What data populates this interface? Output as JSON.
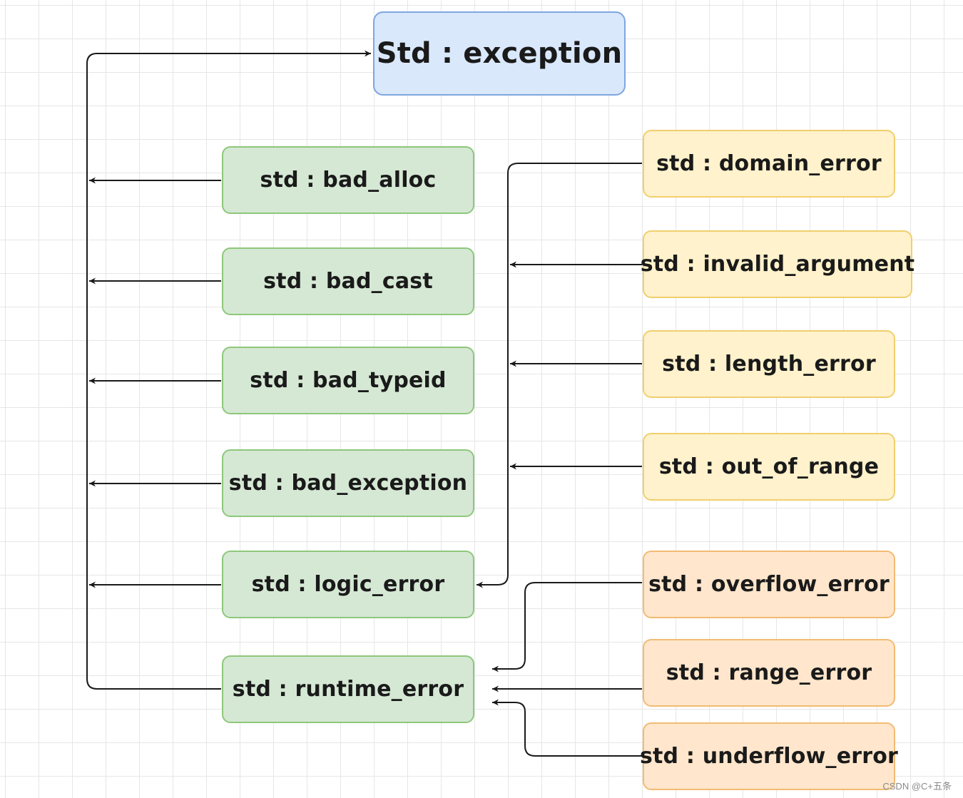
{
  "diagram": {
    "root": {
      "label": "Std : exception",
      "fill": "#dae8fc",
      "border": "#7ea6e0"
    },
    "direct_children": [
      {
        "id": "bad-alloc",
        "label": "std : bad_alloc"
      },
      {
        "id": "bad-cast",
        "label": "std : bad_cast"
      },
      {
        "id": "bad-typeid",
        "label": "std : bad_typeid"
      },
      {
        "id": "bad-exception",
        "label": "std : bad_exception"
      },
      {
        "id": "logic-error",
        "label": "std : logic_error"
      },
      {
        "id": "runtime-error",
        "label": "std : runtime_error"
      }
    ],
    "logic_error_children": [
      {
        "id": "domain-error",
        "label": "std : domain_error"
      },
      {
        "id": "invalid-argument",
        "label": "std : invalid_argument"
      },
      {
        "id": "length-error",
        "label": "std : length_error"
      },
      {
        "id": "out-of-range",
        "label": "std : out_of_range"
      }
    ],
    "runtime_error_children": [
      {
        "id": "overflow-error",
        "label": "std : overflow_error"
      },
      {
        "id": "range-error",
        "label": "std : range_error"
      },
      {
        "id": "underflow-error",
        "label": "std : underflow_error"
      }
    ],
    "colors": {
      "direct_child_fill": "#d5e8d4",
      "direct_child_border": "#8ec77b",
      "logic_child_fill": "#fff2cc",
      "logic_child_border": "#f0cf6d",
      "runtime_child_fill": "#ffe6cc",
      "runtime_child_border": "#f2bb73",
      "edge": "#1a1a1a",
      "grid": "#e6e6e6"
    }
  },
  "watermark": "CSDN @C+五条"
}
